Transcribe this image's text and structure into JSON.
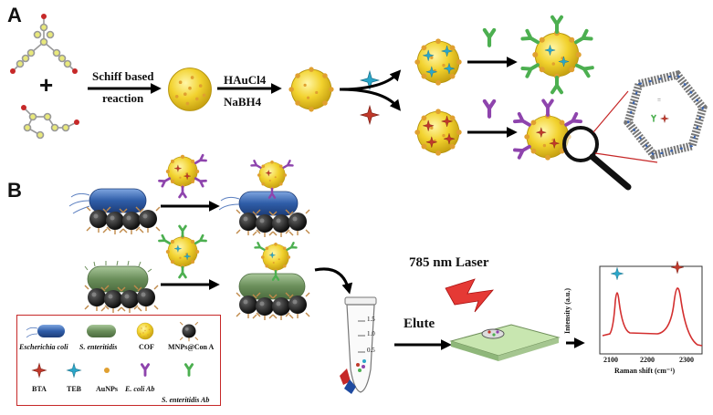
{
  "panel_a_label": "A",
  "panel_b_label": "B",
  "plus_sign": "+",
  "step1_line1": "Schiff based",
  "step1_line2": "reaction",
  "step2_line1": "HAuCl4",
  "step2_line2": "NaBH4",
  "laser_label": "785 nm Laser",
  "elute_label": "Elute",
  "tube_ticks": [
    "1.5",
    "1.0",
    "0.5"
  ],
  "raman": {
    "ylabel": "Intensity (a.u.)",
    "xlabel": "Raman shift (cm⁻¹)",
    "xticks": [
      "2100",
      "2200",
      "2300"
    ],
    "line_color": "#d32f2f"
  },
  "legend": {
    "border_color": "#c62828",
    "row1": [
      "Escherichia coli",
      "S.  enteritidis",
      "COF",
      "MNPs@Con A"
    ],
    "row2": [
      "BTA",
      "TEB",
      "AuNPs",
      "E. coli Ab",
      "S.  enteritidis Ab"
    ]
  },
  "colors": {
    "cof_yellow": "#f2d22e",
    "au_orange": "#e0a030",
    "tea_star": "#2aa6c9",
    "bta_star": "#c0392b",
    "ecoli_ab": "#8e44ad",
    "salm_ab": "#4caf50",
    "ecoli_body": "#2f5da8",
    "salm_body": "#6a8e5a",
    "mnp": "#1a1a1a"
  }
}
